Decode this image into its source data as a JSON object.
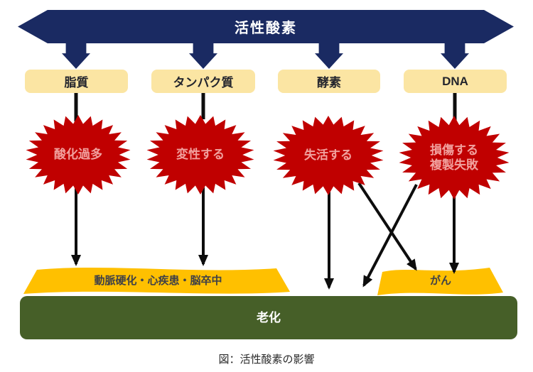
{
  "title_banner": {
    "label": "活性酸素"
  },
  "targets": [
    {
      "label": "脂質"
    },
    {
      "label": "タンパク質"
    },
    {
      "label": "酵素"
    },
    {
      "label": "DNA"
    }
  ],
  "effects": [
    {
      "line1": "酸化過多",
      "line2": ""
    },
    {
      "line1": "変性する",
      "line2": ""
    },
    {
      "line1": "失活する",
      "line2": ""
    },
    {
      "line1": "損傷する",
      "line2": "複製失敗"
    }
  ],
  "outcomes": {
    "diseases": {
      "label": "動脈硬化・心疾患・脳卒中"
    },
    "cancer": {
      "label": "がん"
    },
    "aging": {
      "label": "老化"
    }
  },
  "caption": "図：活性酸素の影響",
  "colors": {
    "banner_navy": "#1a2a62",
    "target_cream": "#fbe5a3",
    "burst_red": "#c00000",
    "burst_text_pink": "#f1a19e",
    "outcome_gold": "#ffc000",
    "aging_green": "#465f28",
    "arrow_black": "#0d0d0d"
  }
}
